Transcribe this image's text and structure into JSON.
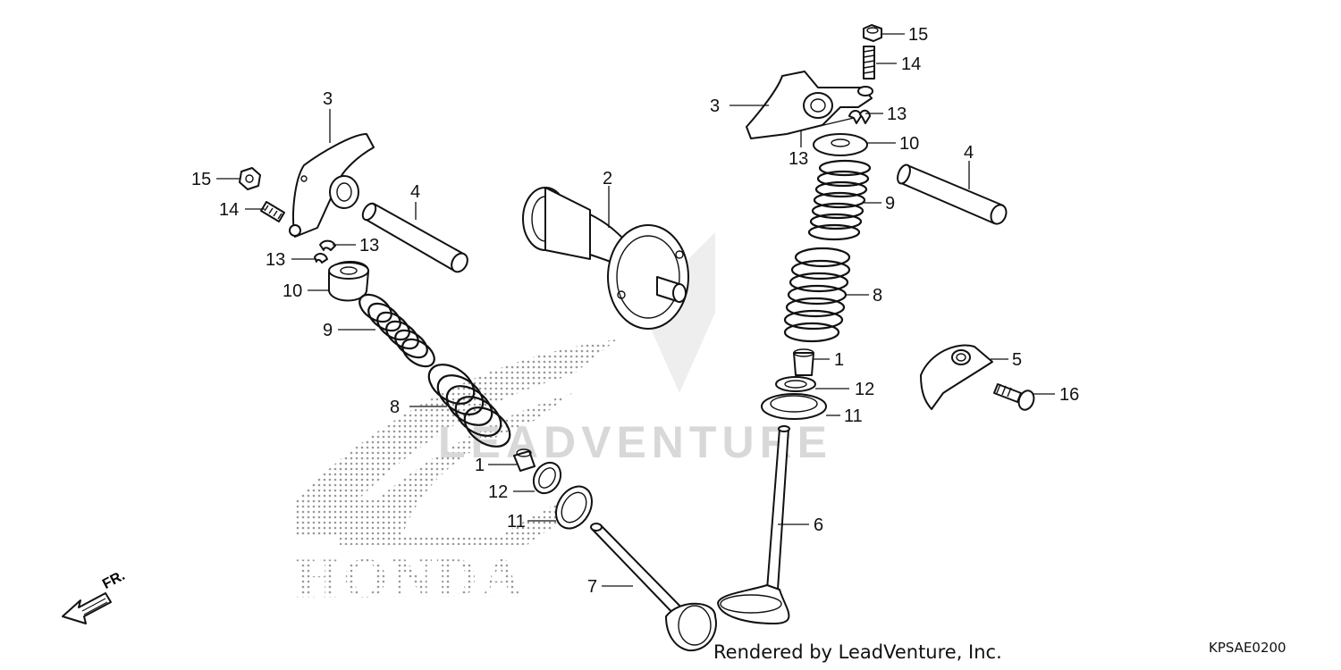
{
  "diagram": {
    "watermark_text": "LEADVENTURE",
    "brand_watermark": "HONDA",
    "direction_label": "FR.",
    "credit": "Rendered by LeadVenture, Inc.",
    "diagram_code": "KPSAE0200",
    "callouts": {
      "left_rocker_arm": "3",
      "left_rocker_shaft": "4",
      "left_nut": "15",
      "left_adjust_screw": "14",
      "left_cotter_a": "13",
      "left_cotter_b": "13",
      "left_retainer": "10",
      "left_inner_spring": "9",
      "left_outer_spring": "8",
      "left_stem_seal": "1",
      "left_washer": "12",
      "left_seat": "11",
      "exhaust_valve": "7",
      "camshaft": "2",
      "right_nut": "15",
      "right_adjust_screw": "14",
      "right_rocker_arm": "3",
      "right_cotter_a": "13",
      "right_cotter_b": "13",
      "right_retainer": "10",
      "right_rocker_shaft": "4",
      "right_inner_spring": "9",
      "right_outer_spring": "8",
      "right_stem_seal": "1",
      "right_washer": "12",
      "right_seat": "11",
      "intake_valve": "6",
      "cam_plate": "5",
      "bolt": "16"
    }
  }
}
